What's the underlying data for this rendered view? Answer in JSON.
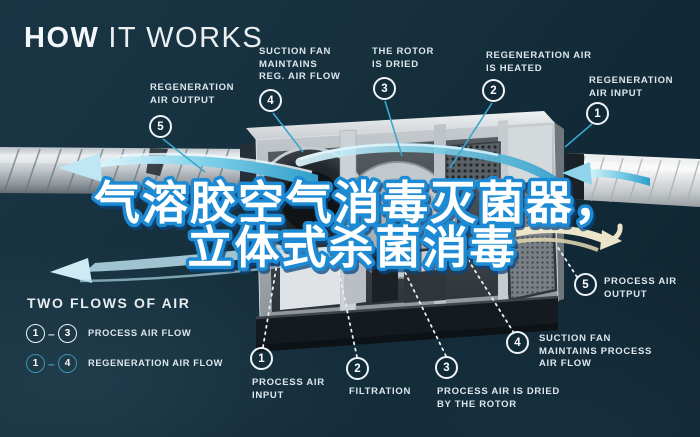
{
  "title": {
    "part_bold": "HOW",
    "part_light": "IT WORKS"
  },
  "overlay_title": {
    "line1": "气溶胶空气消毒灭菌器，",
    "line2": "立体式杀菌消毒"
  },
  "callouts": [
    {
      "id": "regeneration-air-output",
      "num": "5",
      "label": "REGENERATION\nAIR OUTPUT"
    },
    {
      "id": "suction-fan-reg",
      "num": "4",
      "label": "SUCTION FAN\nMAINTAINS\nREG. AIR FLOW"
    },
    {
      "id": "rotor-dried",
      "num": "3",
      "label": "THE ROTOR\nIS DRIED"
    },
    {
      "id": "regeneration-air-heated",
      "num": "2",
      "label": "REGENERATION AIR\nIS HEATED"
    },
    {
      "id": "regeneration-air-input",
      "num": "1",
      "label": "REGENERATION\nAIR INPUT"
    },
    {
      "id": "process-air-input",
      "num": "1",
      "label": "PROCESS AIR\nINPUT"
    },
    {
      "id": "filtration",
      "num": "2",
      "label": "FILTRATION"
    },
    {
      "id": "process-air-dried",
      "num": "3",
      "label": "PROCESS AIR IS DRIED\nBY THE ROTOR"
    },
    {
      "id": "suction-fan-process",
      "num": "4",
      "label": "SUCTION FAN\nMAINTAINS PROCESS\nAIR FLOW"
    },
    {
      "id": "process-air-output",
      "num": "5",
      "label": "PROCESS AIR\nOUTPUT"
    }
  ],
  "legend": {
    "heading": "TWO FLOWS OF AIR",
    "rows": [
      {
        "start": "1",
        "separator": "–",
        "end": "3",
        "label": "PROCESS AIR FLOW",
        "style": "process"
      },
      {
        "start": "1",
        "separator": "–",
        "end": "4",
        "label": "REGENERATION AIR FLOW",
        "style": "regeneration"
      }
    ]
  },
  "colors": {
    "background": "#142c3a",
    "accent_cyan": "#38a6ce",
    "legend_teal": "#3e92b2",
    "heater_orange": "#e0762b",
    "output_cream": "#ece5ca",
    "label_text": "#dde7ed",
    "overlay_fill": "#ffffff",
    "overlay_stroke": "#1d8bd4"
  }
}
